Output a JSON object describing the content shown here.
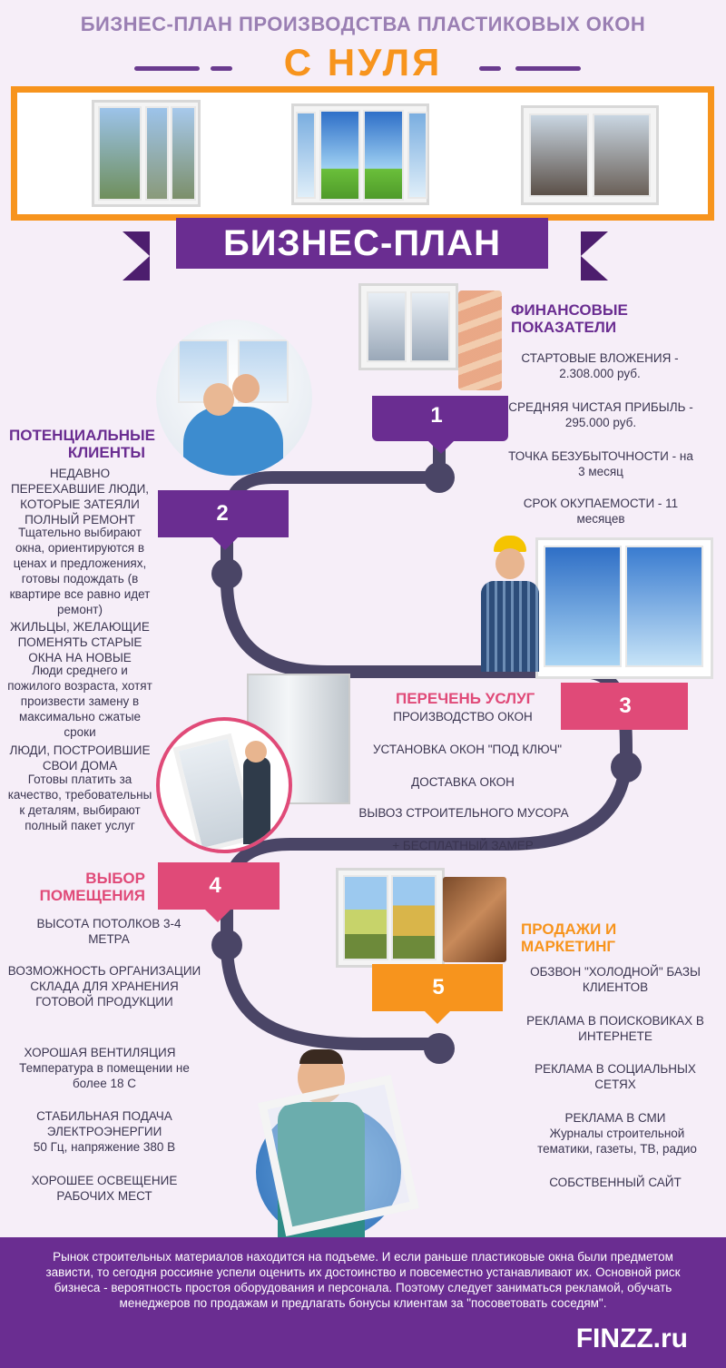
{
  "header": {
    "title": "БИЗНЕС-ПЛАН ПРОИЗВОДСТВА ПЛАСТИКОВЫХ ОКОН",
    "subtitle": "С НУЛЯ",
    "banner": "БИЗНЕС-ПЛАН"
  },
  "colors": {
    "purple": "#6a2d91",
    "orange": "#f7941d",
    "pink": "#e04a78",
    "path": "#4a4566",
    "background": "#f6eef8"
  },
  "steps": [
    {
      "number": "1",
      "title": "ФИНАНСОВЫЕ ПОКАЗАТЕЛИ",
      "items": [
        "СТАРТОВЫЕ ВЛОЖЕНИЯ - 2.308.000 руб.",
        "СРЕДНЯЯ ЧИСТАЯ ПРИБЫЛЬ - 295.000 руб.",
        "ТОЧКА БЕЗУБЫТОЧНОСТИ - на 3 месяц",
        "СРОК ОКУПАЕМОСТИ - 11 месяцев"
      ]
    },
    {
      "number": "2",
      "title": "ПОТЕНЦИАЛЬНЫЕ КЛИЕНТЫ",
      "items": [
        "НЕДАВНО ПЕРЕЕХАВШИЕ ЛЮДИ, КОТОРЫЕ ЗАТЕЯЛИ ПОЛНЫЙ РЕМОНТ",
        "Тщательно выбирают окна, ориентируются в ценах и предложениях, готовы подождать (в квартире все равно идет ремонт)",
        "ЖИЛЬЦЫ, ЖЕЛАЮЩИЕ ПОМЕНЯТЬ СТАРЫЕ ОКНА НА НОВЫЕ",
        "Люди среднего и пожилого возраста, хотят произвести замену в максимально сжатые сроки",
        "ЛЮДИ, ПОСТРОИВШИЕ СВОИ ДОМА",
        "Готовы платить за качество, требовательны к деталям, выбирают полный пакет услуг"
      ]
    },
    {
      "number": "3",
      "title": "ПЕРЕЧЕНЬ УСЛУГ",
      "items": [
        "ПРОИЗВОДСТВО ОКОН",
        "УСТАНОВКА ОКОН \"ПОД КЛЮЧ\"",
        "ДОСТАВКА ОКОН",
        "ВЫВОЗ СТРОИТЕЛЬНОГО МУСОРА",
        "+ БЕСПЛАТНЫЙ ЗАМЕР"
      ]
    },
    {
      "number": "4",
      "title": "ВЫБОР ПОМЕЩЕНИЯ",
      "items": [
        "ВЫСОТА ПОТОЛКОВ 3-4 МЕТРА",
        "ВОЗМОЖНОСТЬ ОРГАНИЗАЦИИ СКЛАДА ДЛЯ ХРАНЕНИЯ ГОТОВОЙ ПРОДУКЦИИ",
        "ХОРОШАЯ ВЕНТИЛЯЦИЯ",
        "Температура в помещении не более 18 С",
        "СТАБИЛЬНАЯ ПОДАЧА ЭЛЕКТРОЭНЕРГИИ",
        "50 Гц, напряжение 380 В",
        "ХОРОШЕЕ ОСВЕЩЕНИЕ РАБОЧИХ МЕСТ"
      ]
    },
    {
      "number": "5",
      "title": "ПРОДАЖИ И МАРКЕТИНГ",
      "items": [
        "ОБЗВОН \"ХОЛОДНОЙ\" БАЗЫ КЛИЕНТОВ",
        "РЕКЛАМА В ПОИСКОВИКАХ В ИНТЕРНЕТЕ",
        "РЕКЛАМА В СОЦИАЛЬНЫХ СЕТЯХ",
        "РЕКЛАМА В СМИ",
        "Журналы строительной тематики, газеты, ТВ, радио",
        "СОБСТВЕННЫЙ САЙТ"
      ]
    }
  ],
  "footer": {
    "text": "Рынок строительных материалов находится на подъеме. И если раньше пластиковые окна были предметом зависти, то сегодня россияне успели оценить их достоинство и повсеместно устанавливают их. Основной риск бизнеса - вероятность простоя оборудования и персонала. Поэтому следует заниматься рекламой, обучать менеджеров по продажам и предлагать бонусы клиентам за \"посоветовать соседям\".",
    "brand": "FINZZ.ru"
  }
}
